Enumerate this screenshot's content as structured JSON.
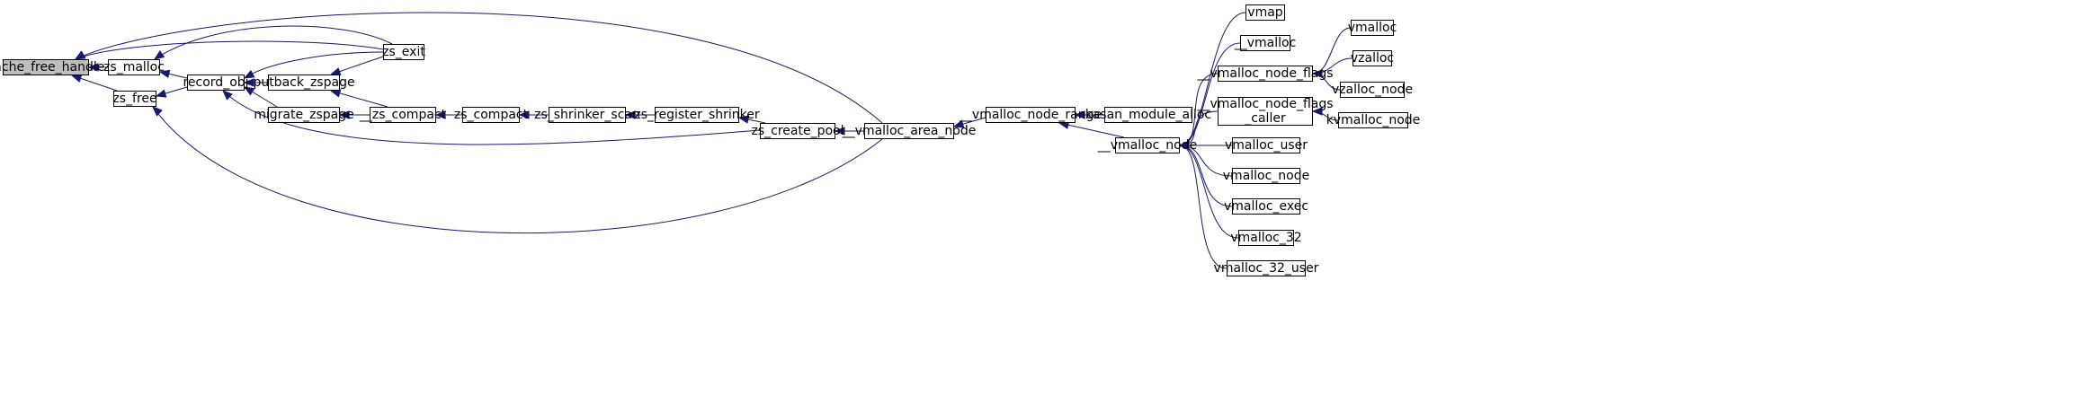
{
  "graph": {
    "edge_color": "#191970",
    "root_fill": "#bfbfbf",
    "node_fill": "#ffffff",
    "nodes": [
      {
        "id": "cache_free_handle",
        "label": "cache_free_handle",
        "root": true
      },
      {
        "id": "zs_malloc",
        "label": "zs_malloc"
      },
      {
        "id": "zs_free",
        "label": "zs_free"
      },
      {
        "id": "record_obj",
        "label": "record_obj"
      },
      {
        "id": "putback_zspage",
        "label": "putback_zspage"
      },
      {
        "id": "migrate_zspage",
        "label": "migrate_zspage"
      },
      {
        "id": "zs_exit",
        "label": "zs_exit"
      },
      {
        "id": "__zs_compact",
        "label": "__zs_compact"
      },
      {
        "id": "zs_compact",
        "label": "zs_compact"
      },
      {
        "id": "zs_shrinker_scan",
        "label": "zs_shrinker_scan"
      },
      {
        "id": "zs_register_shrinker",
        "label": "zs_register_shrinker"
      },
      {
        "id": "zs_create_pool",
        "label": "zs_create_pool"
      },
      {
        "id": "__vmalloc_area_node",
        "label": "__vmalloc_area_node"
      },
      {
        "id": "__vmalloc_node_range",
        "label": "__vmalloc_node_range"
      },
      {
        "id": "kasan_module_alloc",
        "label": "kasan_module_alloc"
      },
      {
        "id": "__vmalloc_node",
        "label": "__vmalloc_node"
      },
      {
        "id": "vmap",
        "label": "vmap"
      },
      {
        "id": "__vmalloc",
        "label": "__vmalloc"
      },
      {
        "id": "__vmalloc_node_flags",
        "label": "__vmalloc_node_flags"
      },
      {
        "id": "__vmalloc_node_flags_caller",
        "label": "__vmalloc_node_flags\n_caller"
      },
      {
        "id": "vmalloc_user",
        "label": "vmalloc_user"
      },
      {
        "id": "vmalloc_node",
        "label": "vmalloc_node"
      },
      {
        "id": "vmalloc_exec",
        "label": "vmalloc_exec"
      },
      {
        "id": "vmalloc_32",
        "label": "vmalloc_32"
      },
      {
        "id": "vmalloc_32_user",
        "label": "vmalloc_32_user"
      },
      {
        "id": "vmalloc",
        "label": "vmalloc"
      },
      {
        "id": "vzalloc",
        "label": "vzalloc"
      },
      {
        "id": "vzalloc_node",
        "label": "vzalloc_node"
      },
      {
        "id": "kvmalloc_node",
        "label": "kvmalloc_node"
      }
    ],
    "edges": [
      {
        "from": "zs_malloc",
        "to": "cache_free_handle"
      },
      {
        "from": "zs_free",
        "to": "cache_free_handle"
      },
      {
        "from": "zs_exit",
        "to": "cache_free_handle"
      },
      {
        "from": "__vmalloc_area_node",
        "to": "cache_free_handle"
      },
      {
        "from": "record_obj",
        "to": "zs_malloc"
      },
      {
        "from": "zs_exit",
        "to": "zs_malloc"
      },
      {
        "from": "record_obj",
        "to": "zs_free"
      },
      {
        "from": "__vmalloc_area_node",
        "to": "zs_free"
      },
      {
        "from": "putback_zspage",
        "to": "record_obj"
      },
      {
        "from": "migrate_zspage",
        "to": "record_obj"
      },
      {
        "from": "zs_exit",
        "to": "record_obj"
      },
      {
        "from": "zs_create_pool",
        "to": "record_obj"
      },
      {
        "from": "zs_exit",
        "to": "putback_zspage"
      },
      {
        "from": "__zs_compact",
        "to": "putback_zspage"
      },
      {
        "from": "__zs_compact",
        "to": "migrate_zspage"
      },
      {
        "from": "zs_compact",
        "to": "__zs_compact"
      },
      {
        "from": "zs_shrinker_scan",
        "to": "zs_compact"
      },
      {
        "from": "zs_register_shrinker",
        "to": "zs_shrinker_scan"
      },
      {
        "from": "zs_create_pool",
        "to": "zs_register_shrinker"
      },
      {
        "from": "__vmalloc_area_node",
        "to": "zs_create_pool"
      },
      {
        "from": "__vmalloc_node_range",
        "to": "__vmalloc_area_node"
      },
      {
        "from": "kasan_module_alloc",
        "to": "__vmalloc_node_range"
      },
      {
        "from": "__vmalloc_node",
        "to": "__vmalloc_node_range"
      },
      {
        "from": "vmap",
        "to": "__vmalloc_node"
      },
      {
        "from": "__vmalloc",
        "to": "__vmalloc_node"
      },
      {
        "from": "__vmalloc_node_flags",
        "to": "__vmalloc_node"
      },
      {
        "from": "__vmalloc_node_flags_caller",
        "to": "__vmalloc_node"
      },
      {
        "from": "vmalloc_user",
        "to": "__vmalloc_node"
      },
      {
        "from": "vmalloc_node",
        "to": "__vmalloc_node"
      },
      {
        "from": "vmalloc_exec",
        "to": "__vmalloc_node"
      },
      {
        "from": "vmalloc_32",
        "to": "__vmalloc_node"
      },
      {
        "from": "vmalloc_32_user",
        "to": "__vmalloc_node"
      },
      {
        "from": "vmalloc",
        "to": "__vmalloc_node_flags"
      },
      {
        "from": "vzalloc",
        "to": "__vmalloc_node_flags"
      },
      {
        "from": "vzalloc_node",
        "to": "__vmalloc_node_flags"
      },
      {
        "from": "kvmalloc_node",
        "to": "__vmalloc_node_flags_caller"
      }
    ]
  }
}
